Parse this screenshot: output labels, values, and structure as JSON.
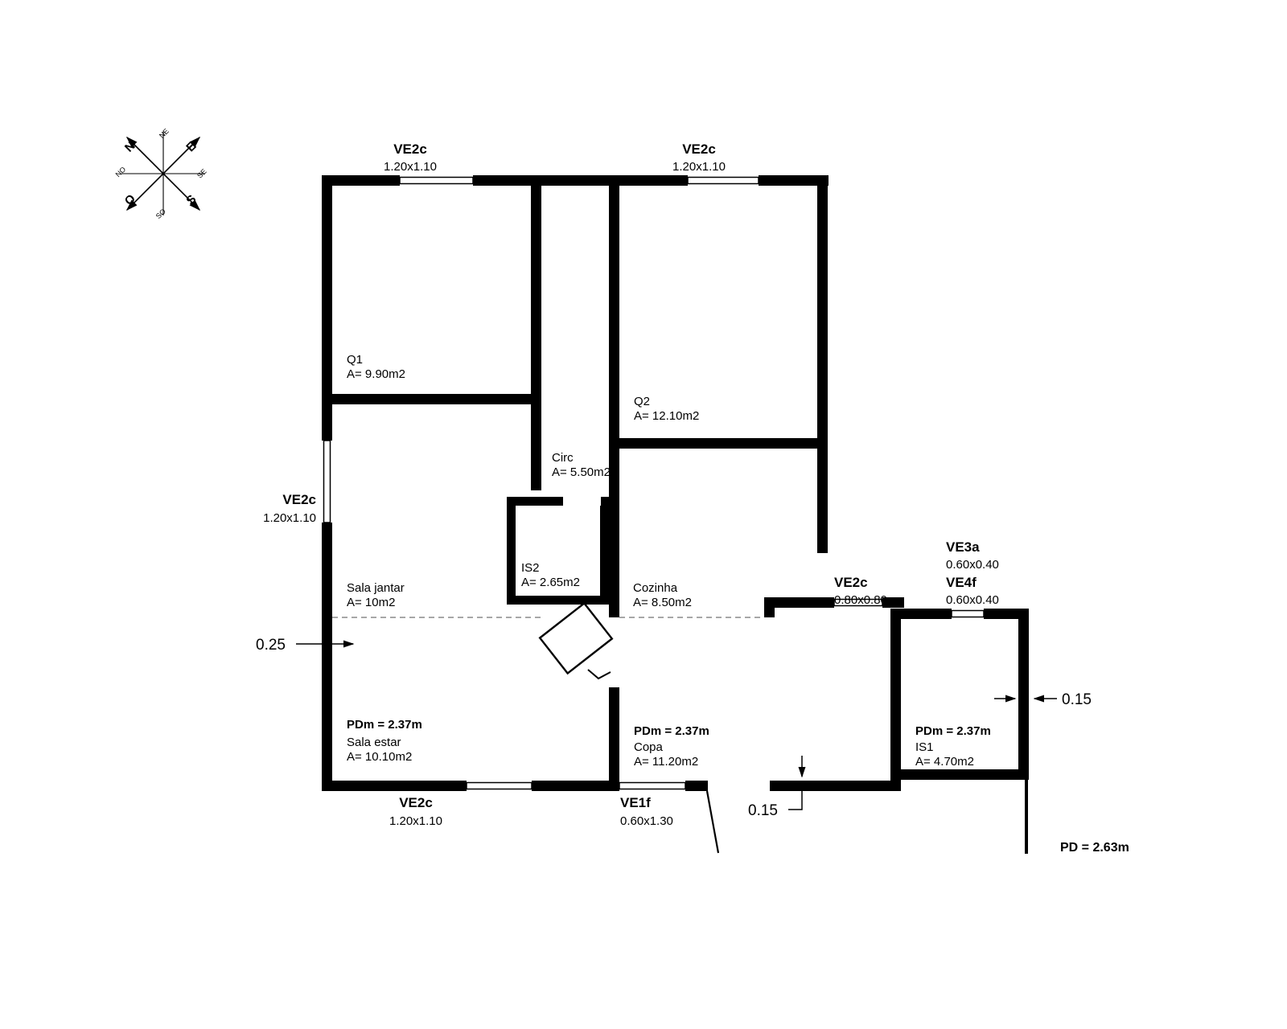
{
  "meta": {
    "type": "architectural floor plan"
  },
  "compass": {
    "n": "N",
    "e": "E",
    "s": "S",
    "o": "O",
    "ne": "NE",
    "se": "SE",
    "so": "SO",
    "no": "NO"
  },
  "windows": [
    {
      "id": "ve2c-top-left",
      "label": "VE2c",
      "size": "1.20x1.10"
    },
    {
      "id": "ve2c-top-right",
      "label": "VE2c",
      "size": "1.20x1.10"
    },
    {
      "id": "ve2c-left",
      "label": "VE2c",
      "size": "1.20x1.10"
    },
    {
      "id": "ve2c-bottom",
      "label": "VE2c",
      "size": "1.20x1.10"
    },
    {
      "id": "ve1f-bottom",
      "label": "VE1f",
      "size": "0.60x1.30"
    },
    {
      "id": "ve2c-mid",
      "label": "VE2c",
      "size": "0.80x0.80"
    },
    {
      "id": "ve3a",
      "label": "VE3a",
      "size": "0.60x0.40"
    },
    {
      "id": "ve4f",
      "label": "VE4f",
      "size": "0.60x0.40"
    }
  ],
  "rooms": [
    {
      "id": "q1",
      "name": "Q1",
      "area": "A= 9.90m2"
    },
    {
      "id": "q2",
      "name": "Q2",
      "area": "A= 12.10m2"
    },
    {
      "id": "circ",
      "name": "Circ",
      "area": "A= 5.50m2"
    },
    {
      "id": "is2",
      "name": "IS2",
      "area": "A= 2.65m2"
    },
    {
      "id": "sala-jantar",
      "name": "Sala jantar",
      "area": "A= 10m2"
    },
    {
      "id": "cozinha",
      "name": "Cozinha",
      "area": "A= 8.50m2"
    },
    {
      "id": "sala-estar",
      "pdm": "PDm = 2.37m",
      "name": "Sala estar",
      "area": "A= 10.10m2"
    },
    {
      "id": "copa",
      "pdm": "PDm = 2.37m",
      "name": "Copa",
      "area": "A= 11.20m2"
    },
    {
      "id": "is1",
      "pdm": "PDm = 2.37m",
      "name": "IS1",
      "area": "A= 4.70m2"
    }
  ],
  "dims": {
    "left_wall": "0.25",
    "right_wall": "0.15",
    "bottom_wall": "0.15",
    "ceiling": "PD = 2.63m"
  },
  "colors": {
    "wall": "#000000",
    "dim_text": "#c0392b",
    "dashed": "#8a8a8a"
  }
}
